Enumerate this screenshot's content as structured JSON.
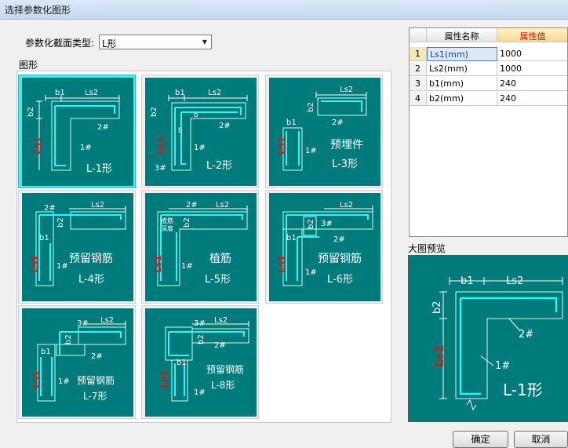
{
  "window": {
    "title": "选择参数化图形"
  },
  "section_type": {
    "label": "参数化截面类型:",
    "selected": "L形"
  },
  "group_label": "图形",
  "shapes": [
    {
      "label": "L-1形",
      "dims": [
        "b1",
        "Ls2",
        "b2",
        "Ls1",
        "2#",
        "1#"
      ]
    },
    {
      "label": "L-2形",
      "dims": [
        "b1",
        "Ls2",
        "b2",
        "Ls1",
        "b",
        "b",
        "2#",
        "1#",
        "3#"
      ]
    },
    {
      "label": "L-3形",
      "note": "预埋件",
      "dims": [
        "Ls2",
        "b2",
        "b1",
        "Ls1",
        "2#",
        "1#"
      ]
    },
    {
      "label": "L-4形",
      "note": "预留钢筋",
      "dims": [
        "2#",
        "Ls2",
        "b2",
        "b1",
        "Ls1",
        "1#"
      ]
    },
    {
      "label": "L-5形",
      "note": "植筋",
      "dims": [
        "2#",
        "Ls2",
        "植筋",
        "深度",
        "b2",
        "Ls1",
        "1#"
      ]
    },
    {
      "label": "L-6形",
      "note": "预留钢筋",
      "dims": [
        "Ls2",
        "b2",
        "3#",
        "2#",
        "b1",
        "Ls1",
        "1#"
      ]
    },
    {
      "label": "L-7形",
      "note": "预留钢筋",
      "dims": [
        "Ls2",
        "3#",
        "b2",
        "b1",
        "2#",
        "Ls1",
        "1#"
      ]
    },
    {
      "label": "L-8形",
      "note": "预留钢筋",
      "dims": [
        "Ls2",
        "3#",
        "b2",
        "2#",
        "b1",
        "Ls1",
        "1#"
      ]
    }
  ],
  "properties": {
    "headers": [
      "属性名称",
      "属性值"
    ],
    "rows": [
      {
        "no": "1",
        "name": "Ls1(mm)",
        "value": "1000"
      },
      {
        "no": "2",
        "name": "Ls2(mm)",
        "value": "1000"
      },
      {
        "no": "3",
        "name": "b1(mm)",
        "value": "240"
      },
      {
        "no": "4",
        "name": "b2(mm)",
        "value": "240"
      }
    ]
  },
  "preview": {
    "label": "大图预览",
    "shape_label": "L-1形",
    "dims": [
      "b1",
      "Ls2",
      "b2",
      "Ls1",
      "2#",
      "1#"
    ]
  },
  "buttons": {
    "ok": "确定",
    "cancel": "取消"
  },
  "colors": {
    "panel_teal": "#007b7b",
    "rebar_cyan": "#2ff5f5",
    "selected_border": "#3ef0f6",
    "dim_red": "#c81e1e"
  }
}
